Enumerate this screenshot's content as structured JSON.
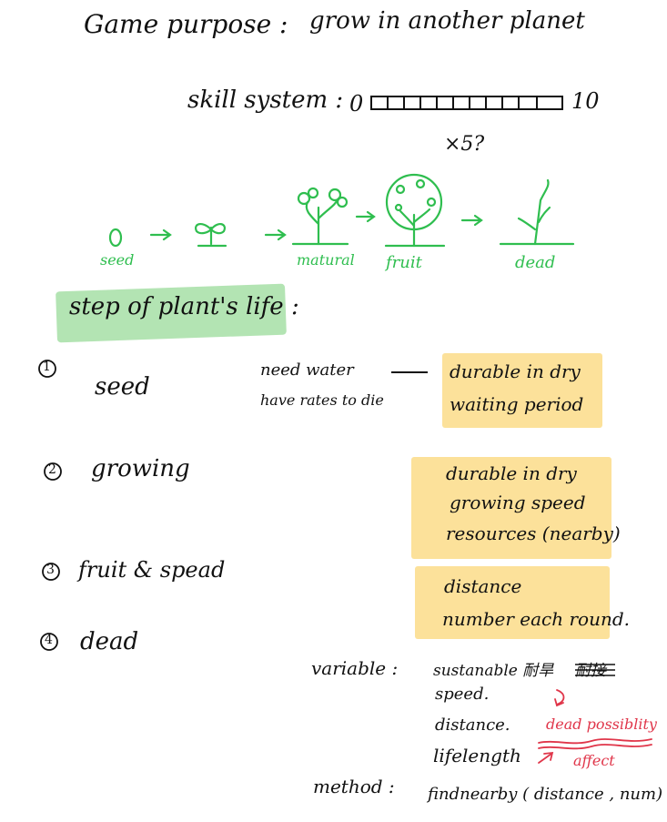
{
  "header": {
    "game_purpose_label": "Game purpose :",
    "game_purpose_value": "grow in another planet"
  },
  "skill_system": {
    "label": "skill system :",
    "min": "0",
    "max": "10",
    "multiplier": "×5?"
  },
  "lifecycle": {
    "stages": [
      "seed",
      "matural",
      "fruit",
      "dead"
    ]
  },
  "steps_heading": "step of plant's life :",
  "steps": [
    {
      "num": "1",
      "label": "seed"
    },
    {
      "num": "2",
      "label": "growing"
    },
    {
      "num": "3",
      "label": "fruit & spead"
    },
    {
      "num": "4",
      "label": "dead"
    }
  ],
  "seed_notes": {
    "line1": "need water",
    "line2": "have rates to die",
    "right1": "durable in dry",
    "right2": "waiting period"
  },
  "growing_notes": [
    "durable in dry",
    "growing speed",
    "resources (nearby)"
  ],
  "fruit_notes": [
    "distance",
    "number each round."
  ],
  "variables": {
    "label": "variable :",
    "items": [
      "sustanable 耐旱",
      "speed.",
      "distance.",
      "lifelength"
    ],
    "struck": "耐接",
    "dead_possibility": "dead possiblity",
    "affect": "affect"
  },
  "method": {
    "label": "method :",
    "value": "findnearby ( distance , num)"
  },
  "colors": {
    "ink": "#111111",
    "green": "#2fbe4f",
    "highlight_yellow": "#fbd778",
    "highlight_green": "#a6dfa6",
    "red": "#e0364a"
  }
}
